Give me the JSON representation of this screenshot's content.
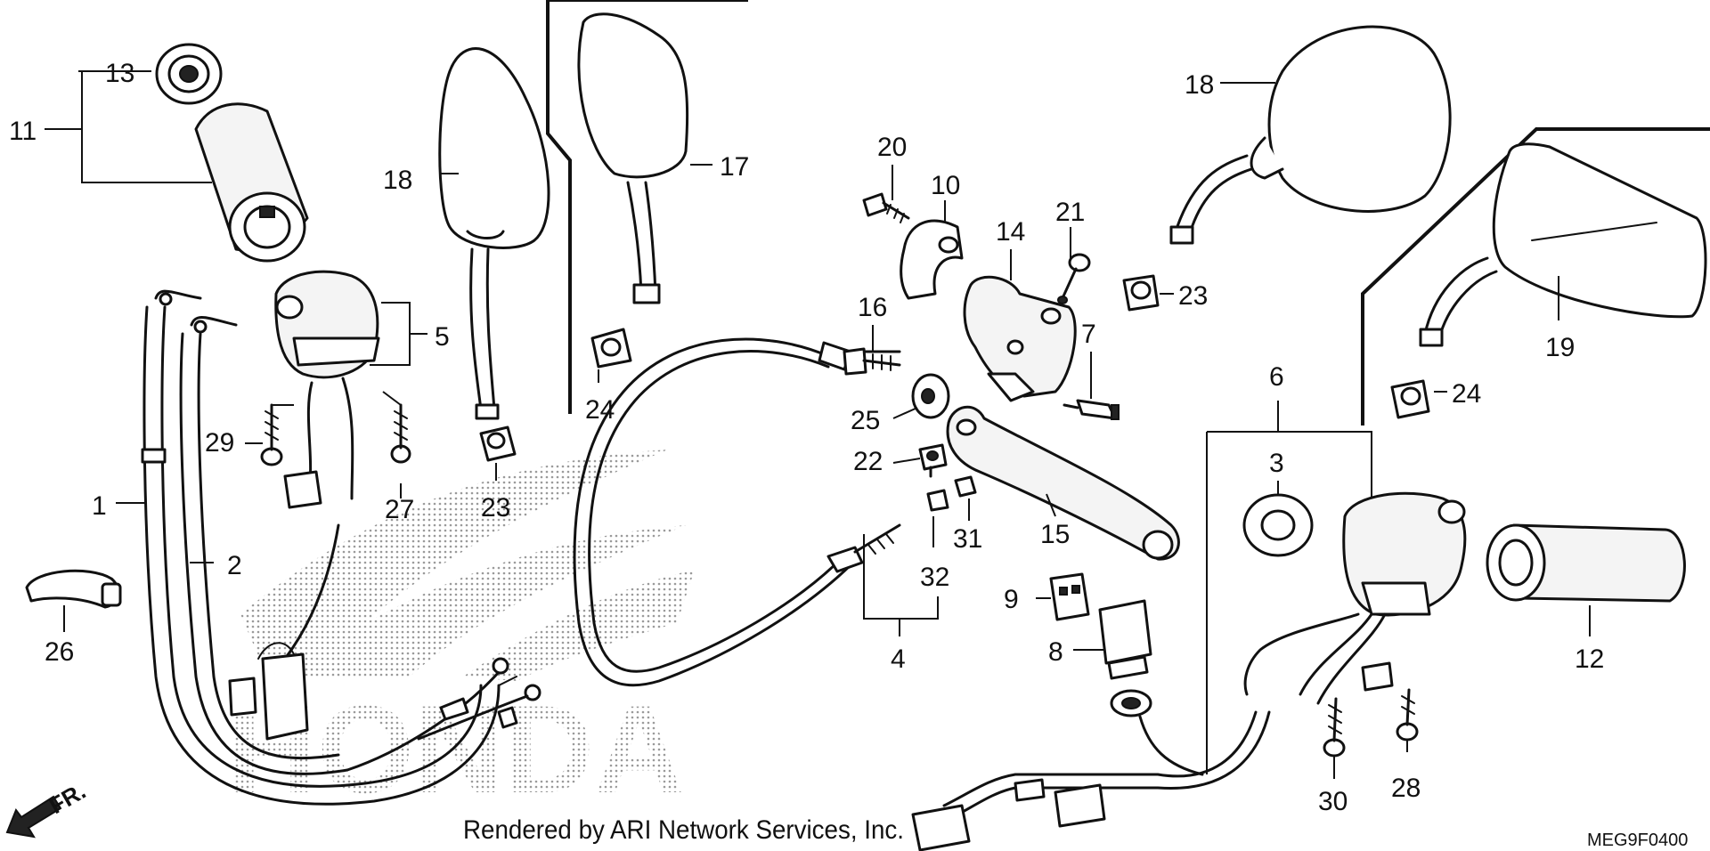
{
  "diagram": {
    "credit": "Rendered by ARI Network Services, Inc.",
    "code": "MEG9F0400",
    "direction": "FR.",
    "watermark_word": "HONDA",
    "colors": {
      "ink": "#111111",
      "paper": "#ffffff",
      "watermark": "#bdbdbd"
    },
    "callouts": {
      "c1": "1",
      "c2": "2",
      "c3": "3",
      "c4": "4",
      "c5": "5",
      "c6": "6",
      "c7": "7",
      "c8": "8",
      "c9": "9",
      "c10": "10",
      "c11": "11",
      "c12": "12",
      "c13": "13",
      "c14": "14",
      "c15": "15",
      "c16": "16",
      "c17": "17",
      "c18a": "18",
      "c18b": "18",
      "c19": "19",
      "c20": "20",
      "c21": "21",
      "c22": "22",
      "c23a": "23",
      "c23b": "23",
      "c24a": "24",
      "c24b": "24",
      "c25": "25",
      "c26": "26",
      "c27": "27",
      "c28": "28",
      "c29": "29",
      "c30": "30",
      "c31": "31",
      "c32": "32"
    }
  }
}
